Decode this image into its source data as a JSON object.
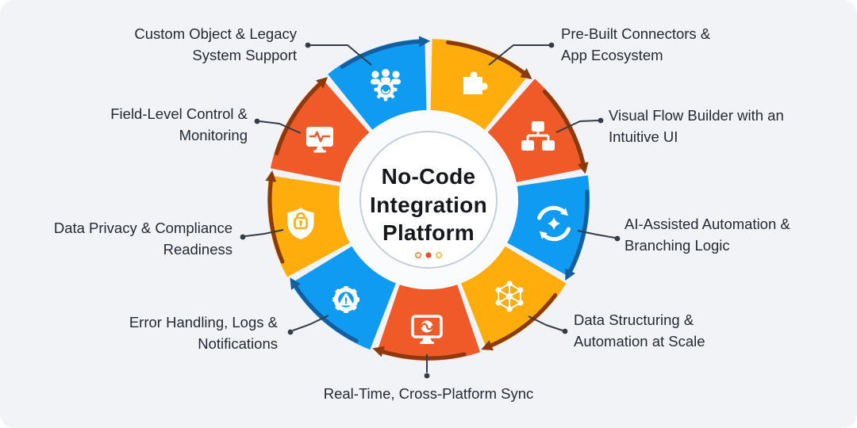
{
  "card": {
    "background": "#F2F3F6",
    "page_background": "#FFFFFF"
  },
  "center": {
    "lines": [
      "No-Code",
      "Integration",
      "Platform"
    ],
    "text_color": "#15181D",
    "dots": [
      {
        "style": "outline",
        "color": "#F0823C"
      },
      {
        "style": "filled",
        "color": "#E94E24"
      },
      {
        "style": "outline",
        "color": "#F5B642"
      }
    ]
  },
  "palette": {
    "blue": "#0F9BF2",
    "yellow": "#FFAD0D",
    "orange": "#F05A28",
    "arrow_brown": "#8A3A0C",
    "arrow_blue": "#155E9E",
    "connector": "#333C47"
  },
  "segments": [
    {
      "name": "custom-object-legacy",
      "lines": [
        "Custom Object & Legacy",
        "System Support"
      ],
      "color": "#0F9BF2",
      "arrow_color": "#155E9E",
      "icon": "team-gear-icon"
    },
    {
      "name": "pre-built-connectors",
      "lines": [
        "Pre-Built Connectors &",
        "App Ecosystem"
      ],
      "color": "#FFAD0D",
      "arrow_color": "#8A3A0C",
      "icon": "puzzle-icon"
    },
    {
      "name": "visual-flow-builder",
      "lines": [
        "Visual Flow Builder with an",
        "Intuitive UI"
      ],
      "color": "#F05A28",
      "arrow_color": "#8A3A0C",
      "icon": "sitemap-icon"
    },
    {
      "name": "ai-assisted-automation",
      "lines": [
        "AI-Assisted Automation &",
        "Branching Logic"
      ],
      "color": "#0F9BF2",
      "arrow_color": "#155E9E",
      "icon": "sync-sparkle-icon"
    },
    {
      "name": "data-structuring",
      "lines": [
        "Data Structuring &",
        "Automation at Scale"
      ],
      "color": "#FFAD0D",
      "arrow_color": "#8A3A0C",
      "icon": "molecule-icon"
    },
    {
      "name": "real-time-sync",
      "lines": [
        "Real-Time, Cross-Platform Sync"
      ],
      "color": "#F05A28",
      "arrow_color": "#8A3A0C",
      "icon": "monitor-sync-icon"
    },
    {
      "name": "error-handling",
      "lines": [
        "Error Handling, Logs &",
        "Notifications"
      ],
      "color": "#0F9BF2",
      "arrow_color": "#155E9E",
      "icon": "gear-warning-icon"
    },
    {
      "name": "data-privacy",
      "lines": [
        "Data Privacy & Compliance",
        "Readiness"
      ],
      "color": "#FFAD0D",
      "arrow_color": "#8A3A0C",
      "icon": "shield-lock-icon"
    },
    {
      "name": "field-level-control",
      "lines": [
        "Field-Level Control &",
        "Monitoring"
      ],
      "color": "#F05A28",
      "arrow_color": "#8A3A0C",
      "icon": "monitor-pulse-icon"
    }
  ]
}
